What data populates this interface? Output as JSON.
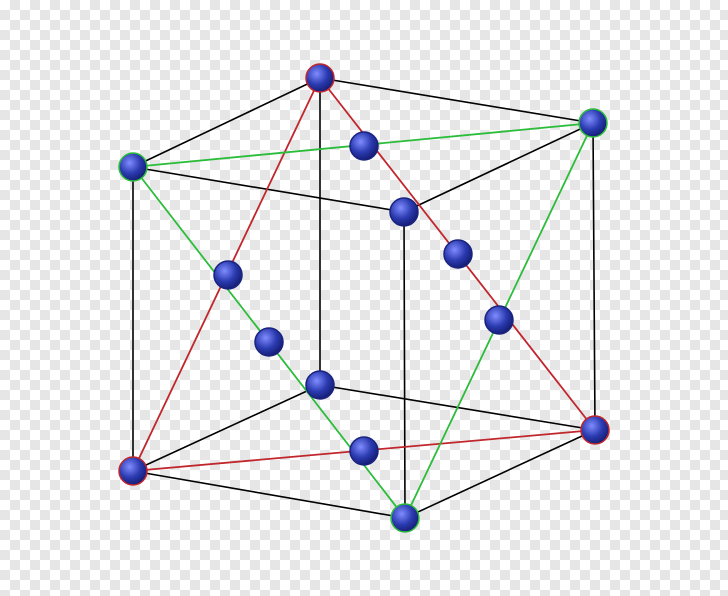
{
  "diagram": {
    "type": "face-centered-cubic-unit-cell",
    "colors": {
      "cube_edge": "#000000",
      "red_edge": "#c0262c",
      "green_edge": "#2bbd3a",
      "sphere_fill": "#2b3bb0",
      "sphere_highlight": "#7f8cff"
    },
    "atoms": {
      "corner_count": 8,
      "face_center_count": 6,
      "shown_count": 14
    }
  }
}
